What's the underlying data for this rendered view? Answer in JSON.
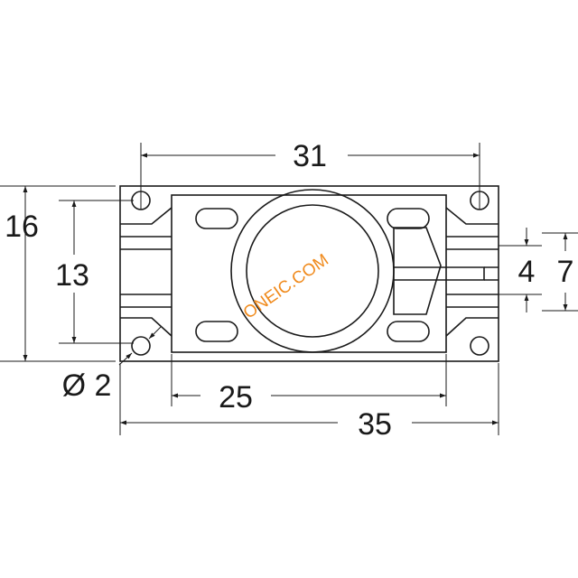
{
  "dimensions": {
    "overall_length": "35",
    "hole_spacing": "31",
    "body_length": "25",
    "overall_height": "16",
    "inner_height": "13",
    "slot_width": "4",
    "slot_outer": "7",
    "hole_diameter": "Ø 2"
  },
  "watermark": "ONEIC.COM",
  "colors": {
    "line": "#1a1a1a",
    "watermark": "#f08a1c"
  }
}
